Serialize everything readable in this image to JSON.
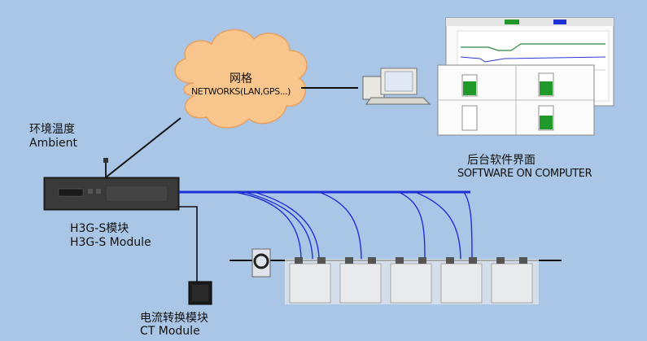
{
  "cloud": {
    "title": "网格",
    "subtitle": "NETWORKS(LAN,GPS...)"
  },
  "ambient": {
    "zh": "环境温度",
    "en": "Ambient"
  },
  "module": {
    "zh": "H3G-S模块",
    "en": "H3G-S Module"
  },
  "ct": {
    "zh": "电流转换模块",
    "en": "CT Module"
  },
  "software": {
    "zh": "后台软件界面",
    "en": "SOFTWARE ON COMPUTER"
  },
  "colors": {
    "background": "#aac6e6",
    "cloud": "#f8c58d",
    "bus_line": "#1f2fd6",
    "wire": "#111111",
    "gauge_fill": "#1f9a2a"
  },
  "icons": [
    "cloud-icon",
    "computer-icon",
    "rack-unit-icon",
    "ct-clamp-icon",
    "battery-cell-icon",
    "antenna-icon"
  ]
}
